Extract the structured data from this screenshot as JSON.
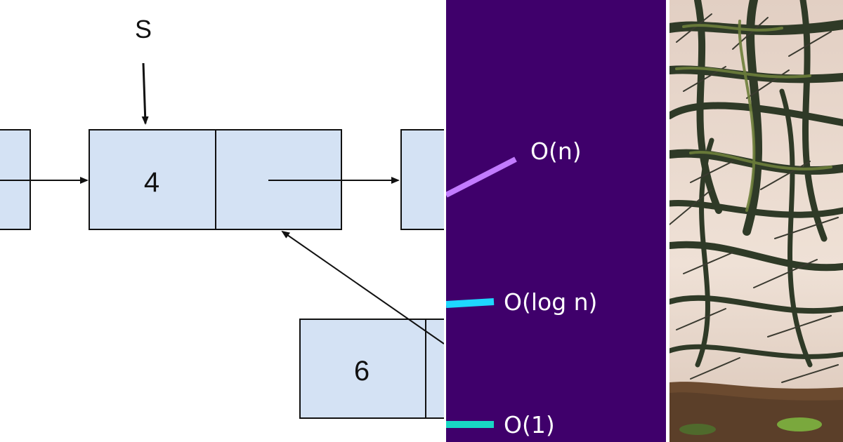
{
  "linked_list_diagram": {
    "pointer_label": "S",
    "node_values": {
      "current": "4",
      "lower": "6"
    }
  },
  "complexity_chart": {
    "background_color": "#3f006b",
    "labels": {
      "linear": "O(n)",
      "logarithmic": "O(log n)",
      "constant": "O(1)"
    },
    "colors": {
      "linear": "#c27bff",
      "logarithmic": "#1ed7ff",
      "constant": "#18d7c4"
    }
  },
  "tree_photo": {
    "sky_color": "#e8d8cc",
    "branch_color": "#2f3a27",
    "moss_color": "#6e7f3b",
    "ground_color": "#6b4a2f"
  }
}
